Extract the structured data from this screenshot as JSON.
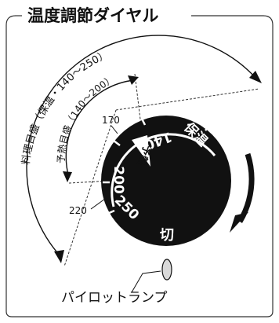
{
  "title": "温度調節ダイヤル",
  "outer_arc_label": "料理目盛（保温・140〜250）",
  "inner_arc_label": "予熱目盛（140〜200）",
  "tick_170": "170",
  "tick_220": "220",
  "dial": {
    "mark_140": "140",
    "mark_200": "200",
    "mark_250": "250",
    "mark_keep_warm": "保温",
    "mark_preheat": "予熱",
    "mark_off": "切"
  },
  "pilot_lamp_label": "パイロットランプ",
  "colors": {
    "dial": "#111111",
    "line": "#222222",
    "lamp": "#d9d9d9"
  },
  "icons": [
    "rotation-arrow-icon",
    "pilot-lamp-icon"
  ]
}
